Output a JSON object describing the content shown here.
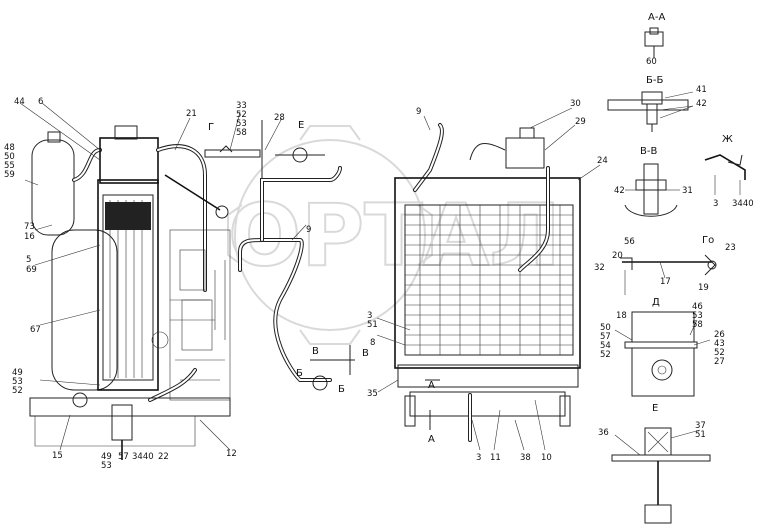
{
  "sections": {
    "aa": "А-А",
    "bb": "Б-Б",
    "vv": "В-В",
    "gg": "Го",
    "d": "Д",
    "e": "Е",
    "zh": "Ж",
    "a_mark": "А",
    "b_mark": "Б",
    "v_mark": "В",
    "g_mark": "Г",
    "e_mark": "Е",
    "zh_mark": "Ж",
    "d_mark": "Д"
  },
  "watermark": "ОРТАЛ",
  "labels": {
    "l6": "6",
    "l44": "44",
    "l48": "48",
    "l50": "50",
    "l55": "55",
    "l59": "59",
    "l73": "73",
    "l16": "16",
    "l5": "5",
    "l69": "69",
    "l67": "67",
    "l49a": "49",
    "l53a": "53",
    "l52a": "52",
    "l15": "15",
    "l49b": "49",
    "l53b": "53",
    "l57a": "57",
    "l3440a": "3440",
    "l22": "22",
    "l12": "12",
    "l21": "21",
    "l33": "33",
    "l52b": "52",
    "l53c": "53",
    "l58": "58",
    "l28": "28",
    "l9a": "9",
    "l9b": "9",
    "l30": "30",
    "l29": "29",
    "l24": "24",
    "l3a": "3",
    "l51a": "51",
    "l8": "8",
    "l35": "35",
    "l3b": "3",
    "l11": "11",
    "l38": "38",
    "l10": "10",
    "l60": "60",
    "l41": "41",
    "l42a": "42",
    "l42b": "42",
    "l31": "31",
    "l3c": "3",
    "l3440b": "3440",
    "l20": "20",
    "l56": "56",
    "l32": "32",
    "l17": "17",
    "l19": "19",
    "l23": "23",
    "l18": "18",
    "l46": "46",
    "l53d": "53",
    "l58b": "58",
    "l26": "26",
    "l43": "43",
    "l52c": "52",
    "l27": "27",
    "l57b": "57",
    "l50b": "50",
    "l54": "54",
    "l52d": "52",
    "l36": "36",
    "l37": "37",
    "l51b": "51"
  }
}
